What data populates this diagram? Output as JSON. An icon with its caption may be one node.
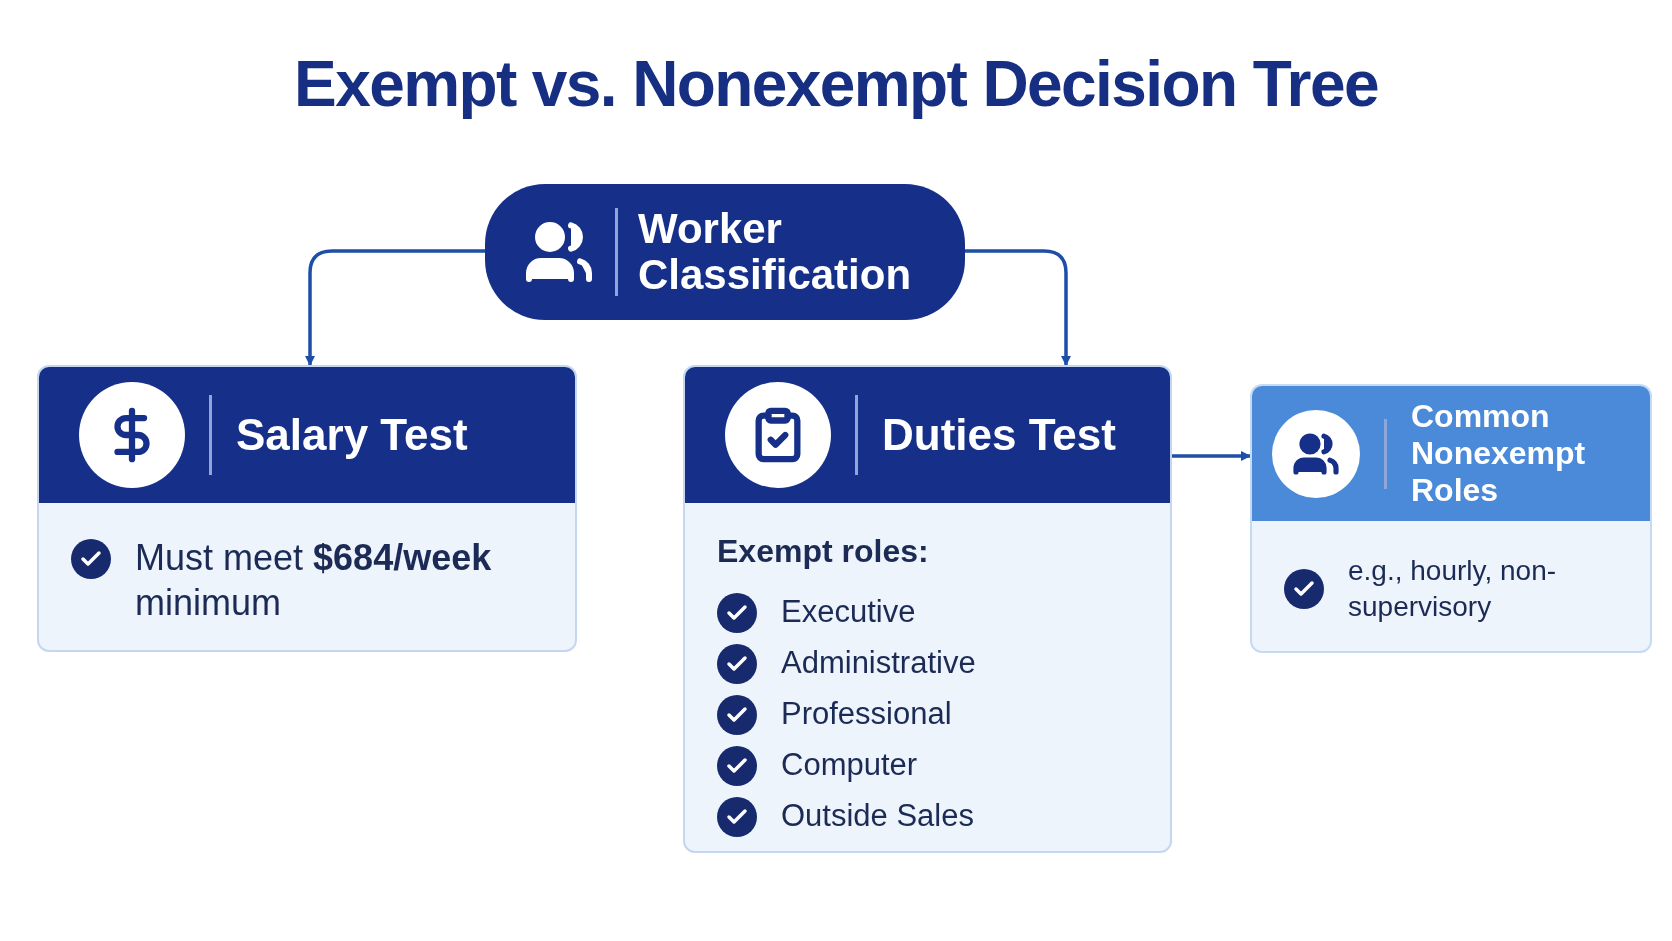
{
  "diagram": {
    "title": "Exempt vs. Nonexempt Decision Tree",
    "nodes": [
      {
        "text": [
          "Worker Classification"
        ]
      },
      {
        "text": [
          "Salary Test",
          "Must meet **$684/week** minimum"
        ]
      },
      {
        "text": [
          "Duties Test",
          "Exempt roles:",
          "Executive",
          "Administrative",
          "Professional",
          "Computer",
          "Outside Sales"
        ]
      },
      {
        "text": [
          "Common Nonexempt Roles",
          "e.g., hourly, non-supervisory"
        ]
      }
    ],
    "edges": [
      {
        "from": 0,
        "to": 1,
        "arrow": "to"
      },
      {
        "from": 0,
        "to": 2,
        "arrow": "to"
      },
      {
        "from": 2,
        "to": 3,
        "arrow": "to"
      }
    ]
  }
}
